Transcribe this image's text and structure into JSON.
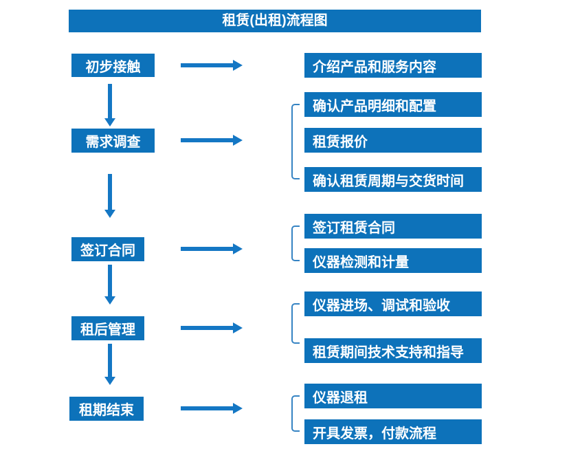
{
  "title": "租赁(出租)流程图",
  "colors": {
    "box_blue": "#0d72ba",
    "arrow_blue": "#1477c4",
    "bracket_blue": "#3583c3",
    "text": "#ffffff",
    "background": "#ffffff"
  },
  "steps": [
    {
      "label": "初步接触",
      "details": [
        "介绍产品和服务内容"
      ]
    },
    {
      "label": "需求调查",
      "details": [
        "确认产品明细和配置",
        "租赁报价",
        "确认租赁周期与交货时间"
      ]
    },
    {
      "label": "签订合同",
      "details": [
        "签订租赁合同",
        "仪器检测和计量"
      ]
    },
    {
      "label": "租后管理",
      "details": [
        "仪器进场、调试和验收",
        "租赁期间技术支持和指导"
      ]
    },
    {
      "label": "租期结束",
      "details": [
        "仪器退租",
        "开具发票，付款流程"
      ]
    }
  ]
}
